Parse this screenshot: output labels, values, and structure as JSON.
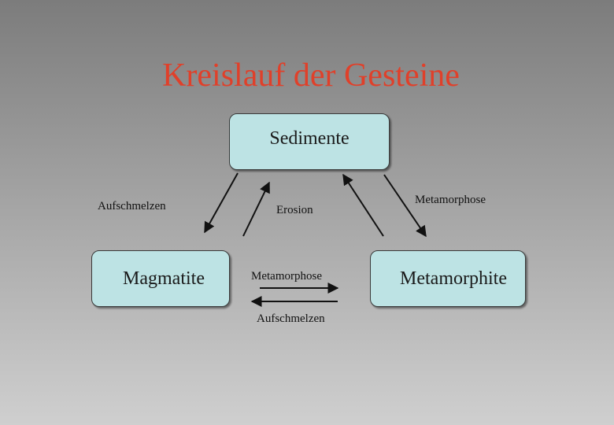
{
  "title": "Kreislauf der Gesteine",
  "nodes": {
    "sedimente": "Sedimente",
    "magmatite": "Magmatite",
    "metamorphite": "Metamorphite"
  },
  "edge_labels": {
    "aufschmelzen_left": "Aufschmelzen",
    "erosion": "Erosion",
    "metamorphose_right": "Metamorphose",
    "metamorphose_bottom": "Metamorphose",
    "aufschmelzen_bottom": "Aufschmelzen"
  },
  "colors": {
    "title": "#e0402a",
    "node_fill": "#bde3e4",
    "arrow": "#111111"
  }
}
